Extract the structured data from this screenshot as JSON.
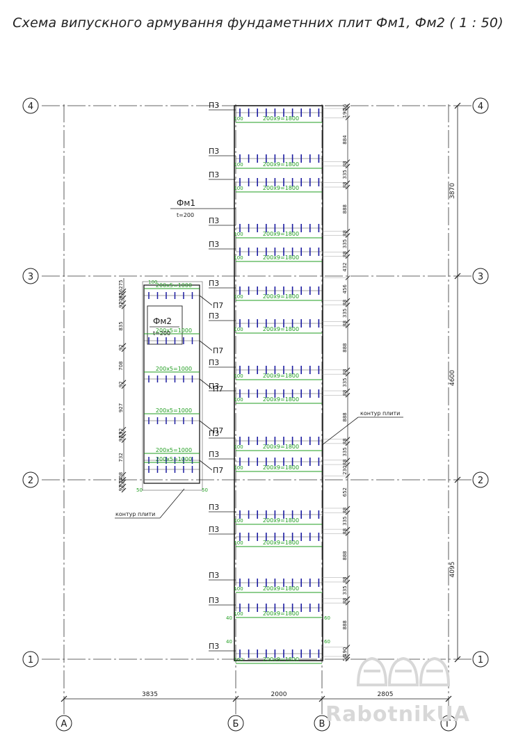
{
  "title": "Схема випускного армування фундаметнних плит Фм1, Фм2 ( 1 : 50)",
  "axes": {
    "rows": [
      "4",
      "3",
      "2",
      "1"
    ],
    "cols": [
      "А",
      "Б",
      "В",
      "Г"
    ]
  },
  "dims_bottom": [
    "3835",
    "2000",
    "2805"
  ],
  "dims_right": [
    "3870",
    "4600",
    "4095"
  ],
  "dims_strip": [
    "56",
    "190",
    "884",
    "88",
    "335",
    "88",
    "888",
    "88",
    "335",
    "88",
    "432",
    "456",
    "88",
    "335",
    "88",
    "888",
    "88",
    "335",
    "88",
    "888",
    "88",
    "335",
    "88",
    "230",
    "652",
    "88",
    "335",
    "88",
    "888",
    "88",
    "335",
    "88",
    "888",
    "190",
    "56"
  ],
  "dims_fm2": [
    "275",
    "56",
    "92",
    "108",
    "92",
    "835",
    "92",
    "708",
    "92",
    "927",
    "92",
    "63",
    "92",
    "732",
    "108",
    "54",
    "92",
    "92"
  ],
  "labels": {
    "p3": "П3",
    "p7": "П7",
    "fm1": "Фм1",
    "fm2": "Фм2",
    "thickness": "t=200",
    "contour": "контур плити",
    "spacing_strip": "200x9=1800",
    "spacing_fm2": "200x5=1000",
    "edge100": "100",
    "edge50": "50",
    "edge40": "40",
    "edge60": "60"
  },
  "watermark": "RabotnikUA",
  "colors": {
    "line": "#1a1a1a",
    "rebar": "#1a1aa0",
    "dim_green": "#1f9d1f",
    "axis_dash": "#333333"
  }
}
